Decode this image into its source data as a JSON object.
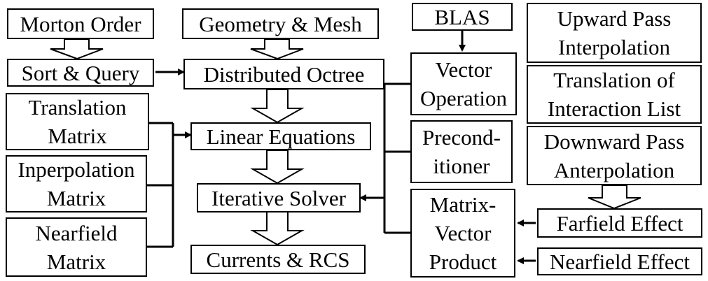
{
  "boxes": {
    "morton_order": "Morton Order",
    "geometry_mesh": "Geometry & Mesh",
    "blas": "BLAS",
    "upward_pass": [
      "Upward Pass",
      "Interpolation"
    ],
    "sort_query": "Sort & Query",
    "distributed_octree": "Distributed Octree",
    "vector_operation": [
      "Vector",
      "Operation"
    ],
    "translation_interaction": [
      "Translation of",
      "Interaction List"
    ],
    "translation_matrix": [
      "Translation",
      "Matrix"
    ],
    "linear_equations": "Linear Equations",
    "preconditioner": [
      "Precond-",
      "itioner"
    ],
    "downward_pass": [
      "Downward Pass",
      "Anterpolation"
    ],
    "inperpolation_matrix": [
      "Inperpolation",
      "Matrix"
    ],
    "iterative_solver": "Iterative Solver",
    "matrix_vector_product": [
      "Matrix-",
      "Vector",
      "Product"
    ],
    "farfield_effect": "Farfield Effect",
    "nearfield_matrix": [
      "Nearfield",
      "Matrix"
    ],
    "currents_rcs": "Currents & RCS",
    "nearfield_effect": "Nearfield Effect"
  },
  "colors": {
    "line": "#000000",
    "box_fill": "#ffffff",
    "text": "#000000"
  }
}
